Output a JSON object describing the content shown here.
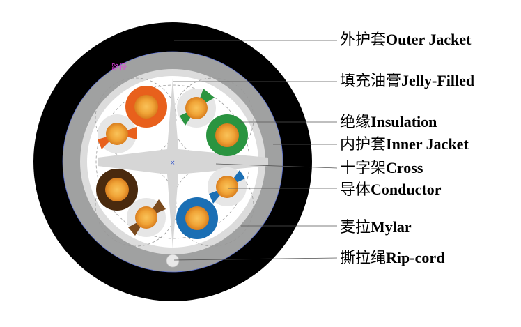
{
  "diagram": {
    "labels": [
      {
        "id": "outer-jacket",
        "cn": "外护套",
        "en": "Outer Jacket"
      },
      {
        "id": "jelly-filled",
        "cn": "填充油膏",
        "en": "Jelly-Filled"
      },
      {
        "id": "insulation",
        "cn": "绝缘",
        "en": "Insulation"
      },
      {
        "id": "inner-jacket",
        "cn": "内护套",
        "en": "Inner Jacket"
      },
      {
        "id": "cross",
        "cn": "十字架",
        "en": "Cross"
      },
      {
        "id": "conductor",
        "cn": "导体",
        "en": "Conductor"
      },
      {
        "id": "mylar",
        "cn": "麦拉",
        "en": "Mylar"
      },
      {
        "id": "rip-cord",
        "cn": "撕拉绳",
        "en": "Rip-cord"
      }
    ],
    "small_mark": "路径",
    "center_mark": "×"
  },
  "colors": {
    "outer_jacket": "#000000",
    "inner_jacket": "#a0a1a1",
    "mylar": "#dcdcdc",
    "filling": "#ffffff",
    "cross": "#d6d6d6",
    "conductor_light": "#f6b341",
    "conductor_dark": "#e07f1c",
    "pairs": [
      "#e8601c",
      "#2a9440",
      "#1b6fb4",
      "#4a2a0e"
    ]
  }
}
